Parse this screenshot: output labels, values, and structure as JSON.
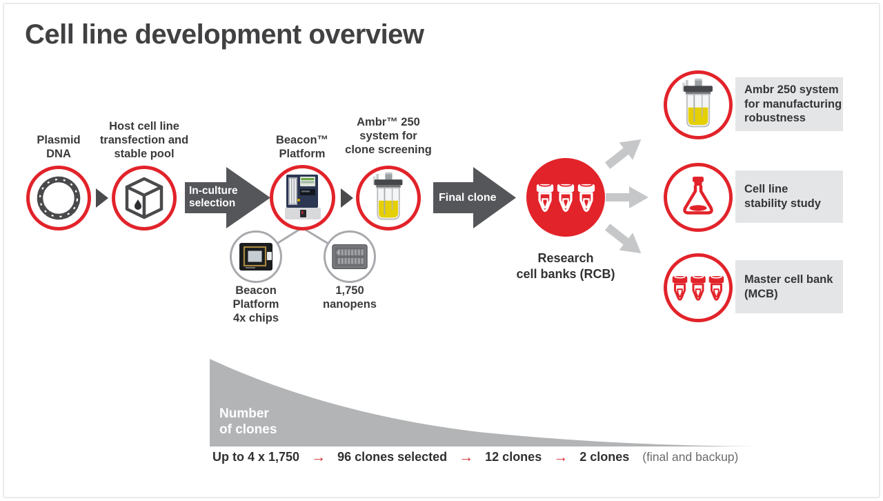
{
  "title": "Cell line development overview",
  "flow": {
    "plasmid": {
      "label": "Plasmid\nDNA"
    },
    "host_cell": {
      "label": "Host cell line\ntransfection and\nstable pool"
    },
    "in_culture_arrow": "In-culture\nselection",
    "beacon": {
      "label": "Beacon™\nPlatform"
    },
    "ambr_screening": {
      "label": "Ambr™ 250\nsystem for\nclone screening"
    },
    "final_clone_arrow": "Final clone",
    "rcb": {
      "label": "Research\ncell banks (RCB)"
    },
    "beacon_chips": {
      "label": "Beacon\nPlatform\n4x chips"
    },
    "nanopens": {
      "label": "1,750\nnanopens"
    }
  },
  "outputs": [
    {
      "icon": "ambr-250-bioreactor-icon",
      "label": "Ambr 250 system\nfor manufacturing\nrobustness"
    },
    {
      "icon": "flask-icon",
      "label": "Cell line\nstability study"
    },
    {
      "icon": "cell-bank-tubes-icon",
      "label": "Master cell bank\n(MCB)"
    }
  ],
  "funnel": {
    "area_label": "Number\nof clones",
    "stages": [
      "Up to 4 x 1,750",
      "96 clones selected",
      "12 clones",
      "2 clones"
    ],
    "final_note": "(final and backup)"
  },
  "colors": {
    "brand_red": "#e2232a",
    "dark_arrow_gray": "#55565a",
    "light_arrow_gray": "#c6c7c9",
    "label_box_gray": "#e4e5e6",
    "curve_gray": "#b2b4b6",
    "ring_gray": "#a7a9ac",
    "text_dark": "#3a3a3c"
  }
}
